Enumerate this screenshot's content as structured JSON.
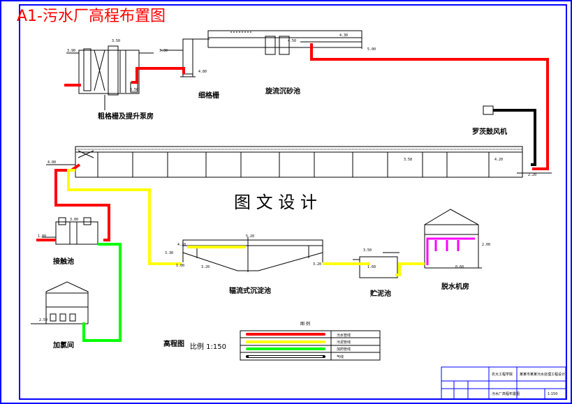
{
  "title": "A1-污水厂高程布置图",
  "watermark": "图 文 设 计",
  "scale_label": "高程图",
  "scale_value": "比例 1:150",
  "units": {
    "pump_house": "粗格栅及提升泵房",
    "fine_screen": "细格栅",
    "grit_chamber": "旋流沉砂池",
    "blower": "罗茨鼓风机",
    "contact_tank": "接触池",
    "dosing_room": "加氯间",
    "clarifier": "辐流式沉淀池",
    "sludge_tank": "贮泥池",
    "dewatering_room": "脱水机房"
  },
  "legend": {
    "title": "图 例",
    "items": [
      {
        "label": "污水管线",
        "color": "#ff0000"
      },
      {
        "label": "污泥管线",
        "color": "#ffff00"
      },
      {
        "label": "加药管线",
        "color": "#00ff00"
      },
      {
        "label": "气线",
        "color": "#ffffff"
      }
    ]
  },
  "titleblock": {
    "school": "农大工程学院",
    "dept": "某某市某某污水处理工程设计",
    "drawing_name": "污水厂高程布置图",
    "sheet": "1:150"
  },
  "level_marks": [
    "3.90",
    "3.50",
    "3.30",
    "4.80",
    "4.50",
    "4.30",
    "5.00",
    "3.58",
    "4.00",
    "3.58",
    "4.20",
    "2.20",
    "3.30",
    "4.20",
    "5.20",
    "1.00",
    "3.20",
    "3.20",
    "1.60",
    "3.50",
    "0.60",
    "2.00",
    "1.80",
    "3.00",
    "2.50"
  ],
  "colors": {
    "sewage": "#ff0000",
    "sludge": "#ffff00",
    "chemical": "#00ff00",
    "air": "#000000",
    "dewater_pipe": "#ff00ff",
    "frame": "#0000ff",
    "title": "#ff0000",
    "linework": "#000000"
  }
}
